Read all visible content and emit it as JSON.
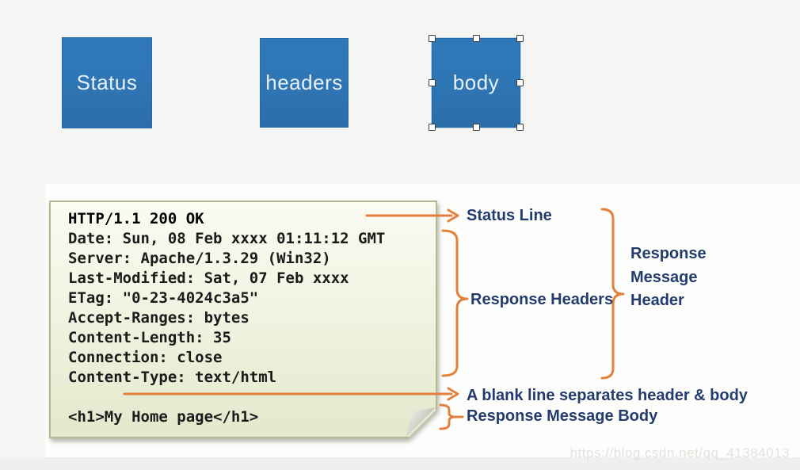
{
  "colors": {
    "accent_orange": "#e2813c",
    "label_navy": "#223c6e",
    "box_blue": "#2e75b4",
    "box_label": "#e8f0f9",
    "note_border": "#b5b890",
    "code_ink": "#1b1b1b",
    "watermark_gray": "#e2e2df"
  },
  "boxes": [
    {
      "label": "Status",
      "selected": false
    },
    {
      "label": "headers",
      "selected": false
    },
    {
      "label": "body",
      "selected": true
    }
  ],
  "note": {
    "status_line": "HTTP/1.1 200 OK",
    "headers_block": "Date: Sun, 08 Feb xxxx 01:11:12 GMT\nServer: Apache/1.3.29 (Win32)\nLast-Modified: Sat, 07 Feb xxxx\nETag: \"0-23-4024c3a5\"\nAccept-Ranges: bytes\nContent-Length: 35\nConnection: close\nContent-Type: text/html",
    "body_line": "<h1>My Home page</h1>"
  },
  "annotations": {
    "status_line": "Status Line",
    "response_headers": "Response Headers",
    "response_message_header_lines": [
      "Response",
      "Message",
      "Header"
    ],
    "blank_line": "A blank line separates header & body",
    "response_message_body": "Response Message Body"
  },
  "watermark": "https://blog.csdn.net/qq_41384013"
}
